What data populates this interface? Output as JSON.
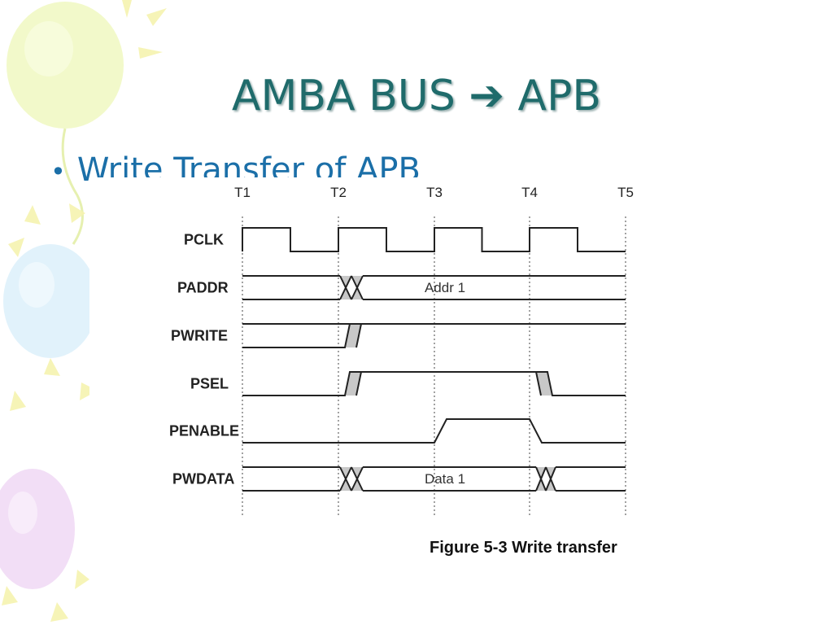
{
  "slide": {
    "title": "AMBA BUS ➔ APB",
    "bullet": "Write Transfer of APB"
  },
  "diagram": {
    "type": "timing-diagram",
    "time_labels": [
      "T1",
      "T2",
      "T3",
      "T4",
      "T5"
    ],
    "signals": [
      {
        "name": "PCLK",
        "kind": "clock"
      },
      {
        "name": "PADDR",
        "kind": "bus",
        "value": "Addr 1"
      },
      {
        "name": "PWRITE",
        "kind": "level"
      },
      {
        "name": "PSEL",
        "kind": "level"
      },
      {
        "name": "PENABLE",
        "kind": "level"
      },
      {
        "name": "PWDATA",
        "kind": "bus",
        "value": "Data 1"
      }
    ],
    "caption": "Figure 5-3 Write transfer"
  },
  "colors": {
    "title": "#1f6b6b",
    "bullet": "#1b6fa8",
    "transition_fill": "#c8c8c8"
  }
}
